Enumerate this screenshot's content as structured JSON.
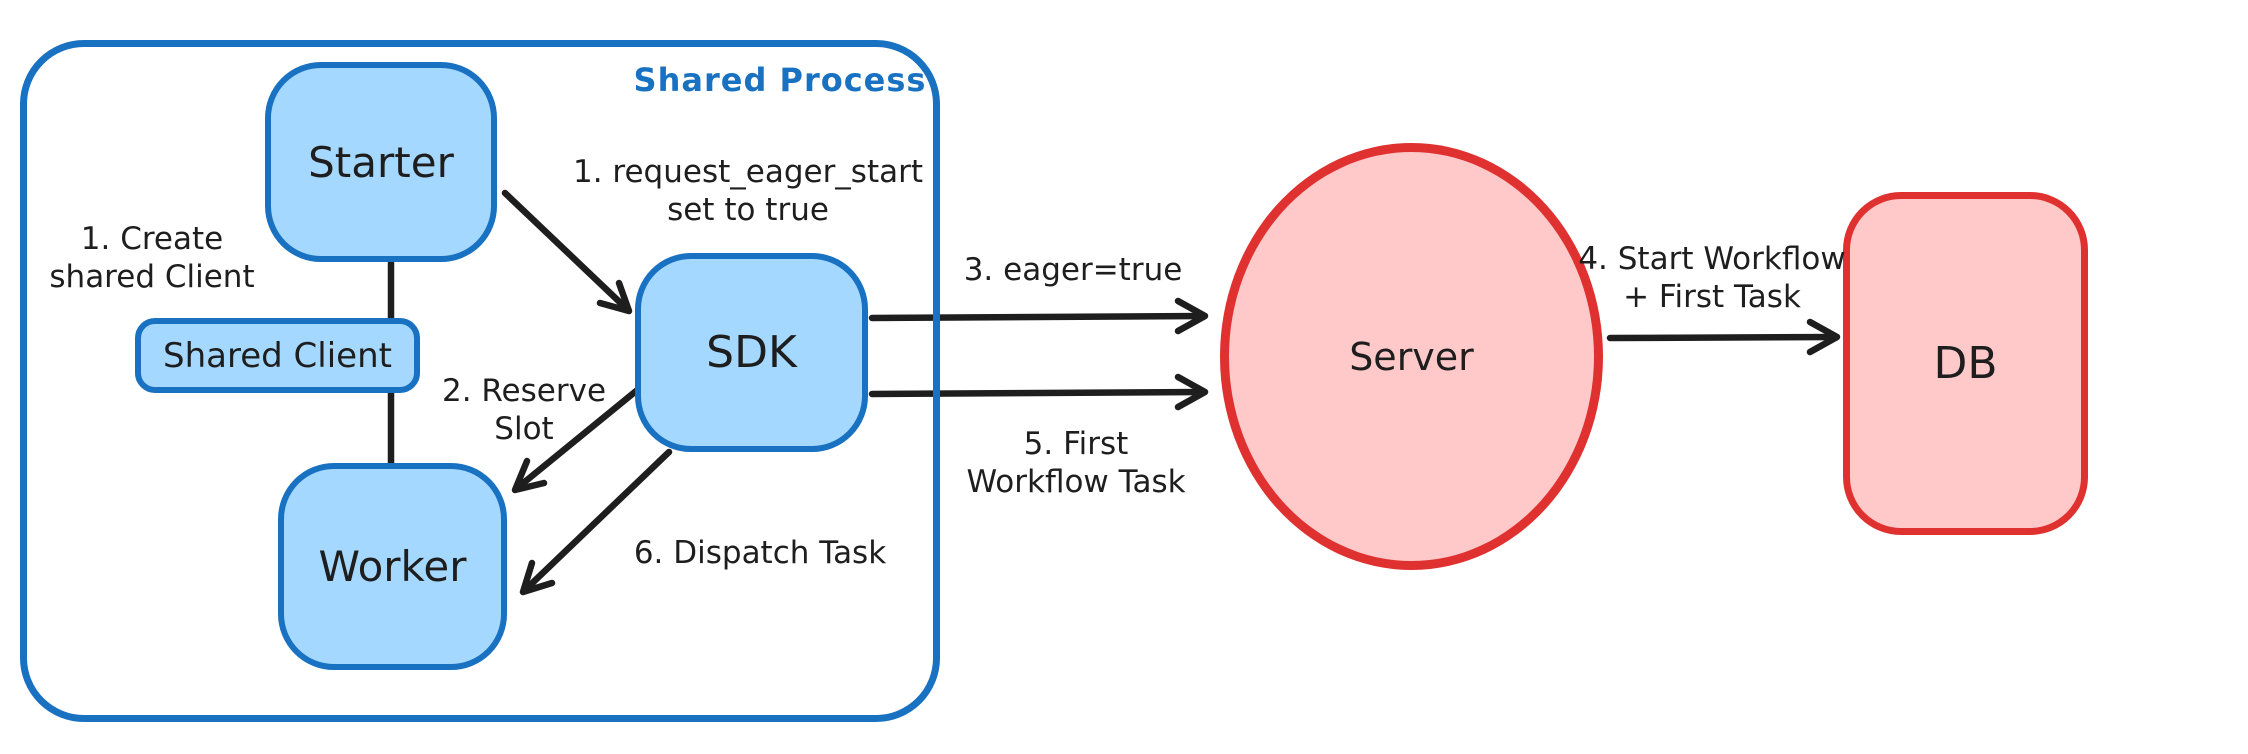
{
  "diagram": {
    "container_label": "Shared Process",
    "nodes": {
      "starter": "Starter",
      "shared_client": "Shared Client",
      "worker": "Worker",
      "sdk": "SDK",
      "server": "Server",
      "db": "DB"
    },
    "annotations": {
      "create_client": {
        "line1": "1. Create",
        "line2": "shared Client"
      },
      "eager_start": {
        "line1": "1. request_eager_start",
        "line2": "set to true"
      },
      "reserve_slot": {
        "line1": "2. Reserve",
        "line2": "Slot"
      },
      "eager_true": {
        "line1": "3. eager=true"
      },
      "start_workflow": {
        "line1": "4. Start Workflow",
        "line2": "+ First Task"
      },
      "first_workflow_task": {
        "line1": "5. First",
        "line2": "Workflow Task"
      },
      "dispatch_task": {
        "line1": "6. Dispatch Task"
      }
    },
    "edges": [
      {
        "from": "Starter",
        "to": "Shared Client",
        "style": "plain-line",
        "label": ""
      },
      {
        "from": "Shared Client",
        "to": "Worker",
        "style": "plain-line",
        "label": ""
      },
      {
        "from": "Starter",
        "to": "SDK",
        "style": "arrow",
        "label": "1. request_eager_start set to true"
      },
      {
        "from": "SDK",
        "to": "Worker",
        "style": "arrow",
        "label": "2. Reserve Slot"
      },
      {
        "from": "SDK",
        "to": "Server",
        "style": "arrow",
        "label": "3. eager=true"
      },
      {
        "from": "Server",
        "to": "DB",
        "style": "arrow",
        "label": "4. Start Workflow + First Task"
      },
      {
        "from": "SDK",
        "to": "Server",
        "style": "arrow",
        "label": "5. First Workflow Task"
      },
      {
        "from": "SDK",
        "to": "Worker",
        "style": "arrow",
        "label": "6. Dispatch Task"
      }
    ],
    "colors": {
      "blue_stroke": "#1971c2",
      "blue_fill": "#a5d8ff",
      "red_stroke": "#e03131",
      "red_fill": "#ffc9c9",
      "ink": "#1e1e1e",
      "background": "#ffffff"
    }
  }
}
